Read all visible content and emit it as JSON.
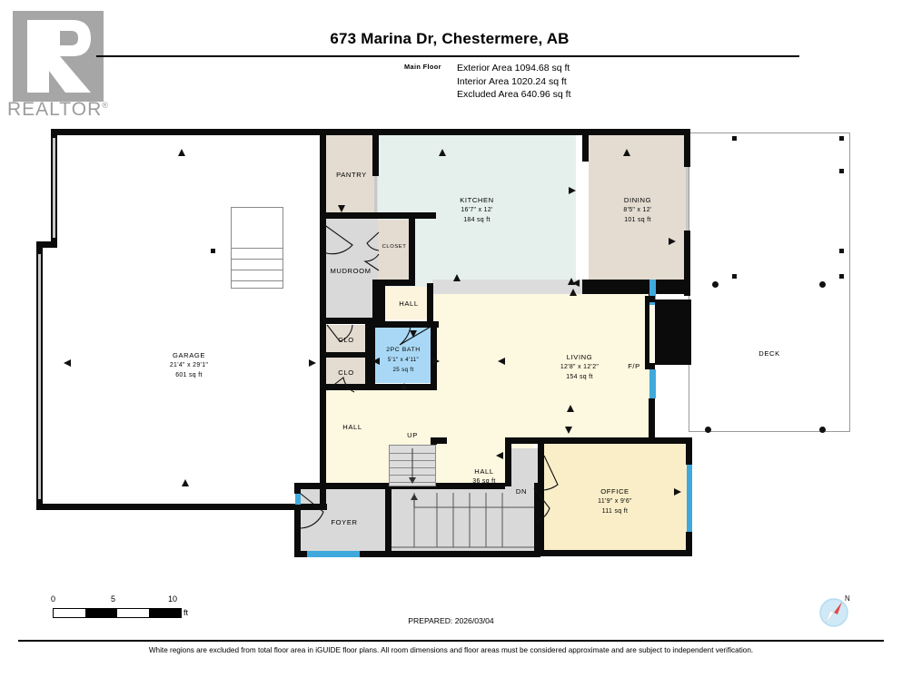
{
  "brand": {
    "logo_text": "REALTOR",
    "registered_mark": "®",
    "logo_letter": "R"
  },
  "header": {
    "title": "673 Marina Dr, Chestermere, AB",
    "floor_label": "Main Floor",
    "exterior_area": "Exterior Area 1094.68 sq ft",
    "interior_area": "Interior Area 1020.24 sq ft",
    "excluded_area": "Excluded Area 640.96 sq ft"
  },
  "rooms": [
    {
      "id": "garage",
      "name": "GARAGE",
      "dim": "21'4\" x 29'1\"",
      "area": "601 sq ft",
      "color": "#ffffff"
    },
    {
      "id": "pantry",
      "name": "PANTRY",
      "dim": "",
      "area": "",
      "color": "#e4dcd1"
    },
    {
      "id": "kitchen",
      "name": "KITCHEN",
      "dim": "16'7\" x 12'",
      "area": "184 sq ft",
      "color": "#e5f0ec"
    },
    {
      "id": "dining",
      "name": "DINING",
      "dim": "8'5\" x 12'",
      "area": "101 sq ft",
      "color": "#e4dcd1"
    },
    {
      "id": "mudroom",
      "name": "MUDROOM",
      "dim": "",
      "area": "",
      "color": "#d9d9d9"
    },
    {
      "id": "closet",
      "name": "CLOSET",
      "dim": "",
      "area": "",
      "color": "#e4dcd1"
    },
    {
      "id": "hall1",
      "name": "HALL",
      "dim": "",
      "area": "",
      "color": "#fdf4dd"
    },
    {
      "id": "bath",
      "name": "2PC BATH",
      "dim": "5'1\" x 4'11\"",
      "area": "25 sq ft",
      "color": "#a8d8f5"
    },
    {
      "id": "clo1",
      "name": "CLO",
      "dim": "",
      "area": "",
      "color": "#e4dcd1"
    },
    {
      "id": "clo2",
      "name": "CLO",
      "dim": "",
      "area": "",
      "color": "#e4dcd1"
    },
    {
      "id": "hall2",
      "name": "HALL",
      "dim": "",
      "area": "",
      "color": "#fdf8e0"
    },
    {
      "id": "living",
      "name": "LIVING",
      "dim": "12'8\" x 12'2\"",
      "area": "154 sq ft",
      "color": "#fdf8e0"
    },
    {
      "id": "fp",
      "name": "F/P",
      "dim": "",
      "area": "",
      "color": "#000000"
    },
    {
      "id": "deck",
      "name": "DECK",
      "dim": "",
      "area": "",
      "color": "#ffffff"
    },
    {
      "id": "hall3",
      "name": "HALL",
      "dim": "",
      "area": "36 sq ft",
      "color": "#fdf8e0"
    },
    {
      "id": "office",
      "name": "OFFICE",
      "dim": "11'9\" x 9'6\"",
      "area": "111 sq ft",
      "color": "#faeec8"
    },
    {
      "id": "foyer",
      "name": "FOYER",
      "dim": "",
      "area": "",
      "color": "#d9d9d9"
    }
  ],
  "stairs": {
    "up_label": "UP",
    "dn_label": "DN"
  },
  "scale": {
    "ticks": [
      "0",
      "5",
      "10"
    ],
    "unit": "ft"
  },
  "compass": {
    "north_label": "N"
  },
  "footer": {
    "prepared": "PREPARED: 2026/03/04",
    "disclaimer": "White regions are excluded from total floor area in iGUIDE floor plans. All room dimensions and floor areas must be considered approximate and are subject to independent verification."
  },
  "colors": {
    "wall": "#0b0b0b",
    "window": "#3fa9dd",
    "kitchen": "#e5f0ec",
    "dining": "#e4dcd1",
    "bath": "#a8d8f5",
    "living": "#fdf8e0",
    "office": "#faeec8",
    "gray_room": "#d9d9d9",
    "logo_gray": "#a6a6a6"
  }
}
